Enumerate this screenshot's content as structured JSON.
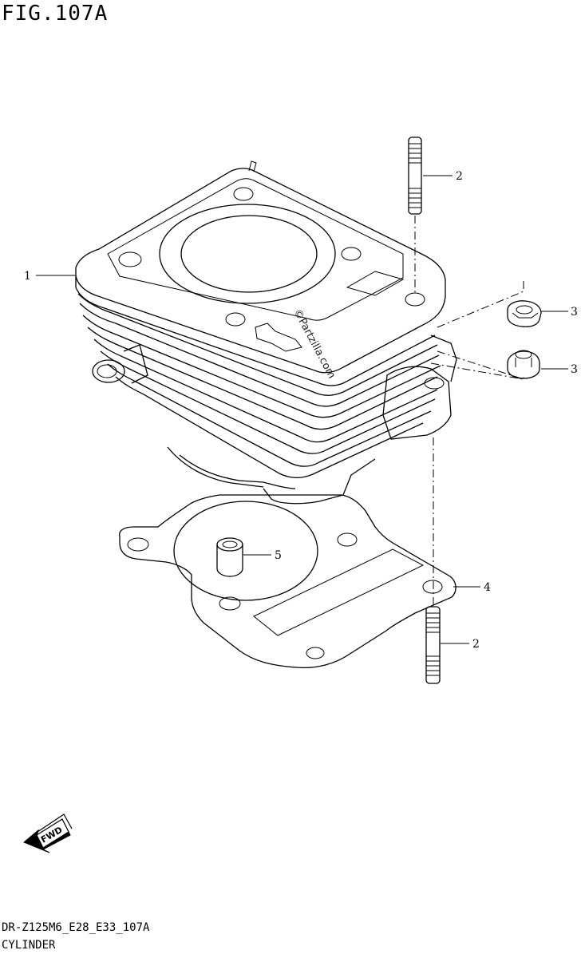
{
  "figure": {
    "title": "FIG.107A",
    "code": "DR-Z125M6_E28_E33_107A",
    "name": "CYLINDER"
  },
  "callouts": [
    {
      "id": "c1",
      "label": "1"
    },
    {
      "id": "c2a",
      "label": "2"
    },
    {
      "id": "c2b",
      "label": "2"
    },
    {
      "id": "c3a",
      "label": "3"
    },
    {
      "id": "c3b",
      "label": "3"
    },
    {
      "id": "c4",
      "label": "4"
    },
    {
      "id": "c5",
      "label": "5"
    }
  ],
  "watermark": "©Partzilla.com",
  "direction_marker": {
    "label": "FWD",
    "icon": "forward-arrow-icon"
  }
}
